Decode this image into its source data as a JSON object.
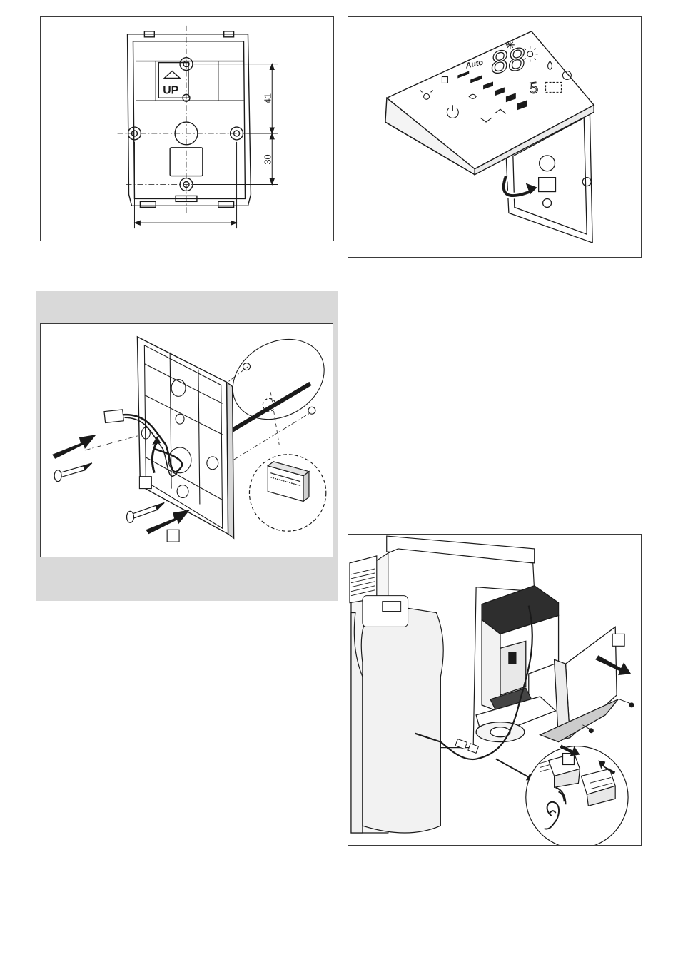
{
  "figures": {
    "mount_plate": {
      "up_label": "UP",
      "dim_upper": "41",
      "dim_lower": "30"
    },
    "controller": {
      "display_digits": "88",
      "display_decimal": "5",
      "auto_label": "Auto"
    },
    "wall_install": {},
    "unit_connect": {}
  },
  "colors": {
    "line": "#1a1a1a",
    "shade": "#d9d9d9",
    "frame": "#3a3a3a"
  }
}
